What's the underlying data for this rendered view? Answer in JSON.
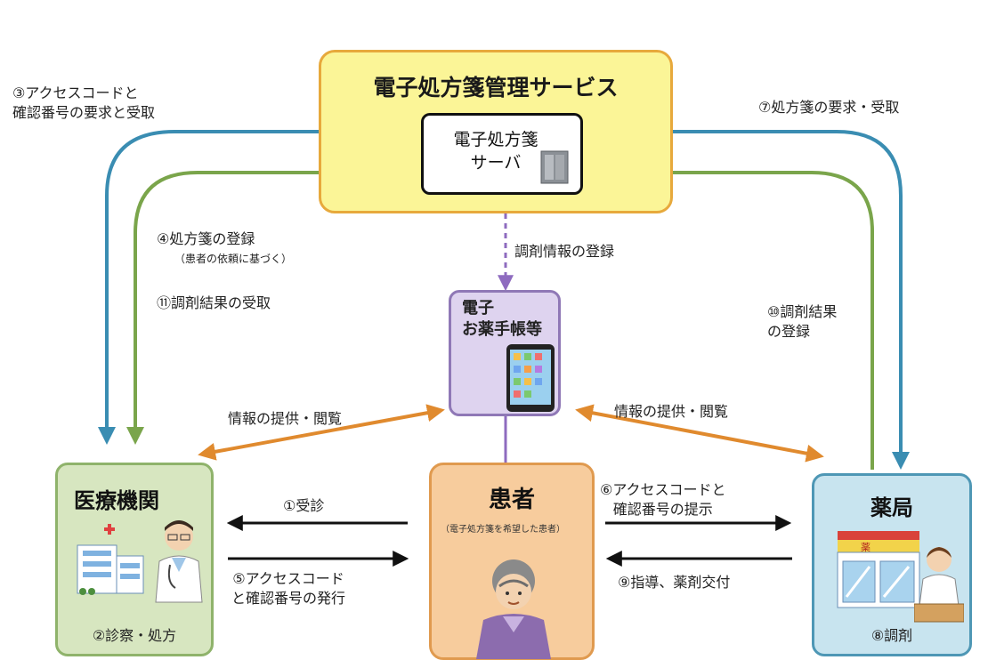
{
  "service": {
    "title": "電子処方箋管理サービス",
    "server_label": "電子処方箋\nサーバ"
  },
  "notebook": {
    "label": "電子\nお薬手帳等"
  },
  "hospital": {
    "title": "医療機関",
    "caption": "②診察・処方"
  },
  "patient": {
    "title": "患者",
    "note": "（電子処方箋を希望した患者）"
  },
  "pharmacy": {
    "title": "薬局",
    "caption": "⑧調剤"
  },
  "labels": {
    "step3": "③アクセスコードと\n確認番号の要求と受取",
    "step7": "⑦処方箋の要求・受取",
    "step4": "④処方箋の登録",
    "step4_note": "（患者の依頼に基づく）",
    "step11": "⑪調剤結果の受取",
    "step10": "⑩調剤結果\nの登録",
    "dispense_register": "調剤情報の登録",
    "info_left": "情報の提供・閲覧",
    "info_right": "情報の提供・閲覧",
    "step1": "①受診",
    "step5": "⑤アクセスコード\nと確認番号の発行",
    "step6": "⑥アクセスコードと\n確認番号の提示",
    "step9": "⑨指導、薬剤交付"
  },
  "colors": {
    "blue_arrow": "#3a8db2",
    "green_arrow": "#7aa54b",
    "orange_arrow": "#e08a2e",
    "purple_arrow": "#8e6bbf",
    "black_arrow": "#111111"
  }
}
